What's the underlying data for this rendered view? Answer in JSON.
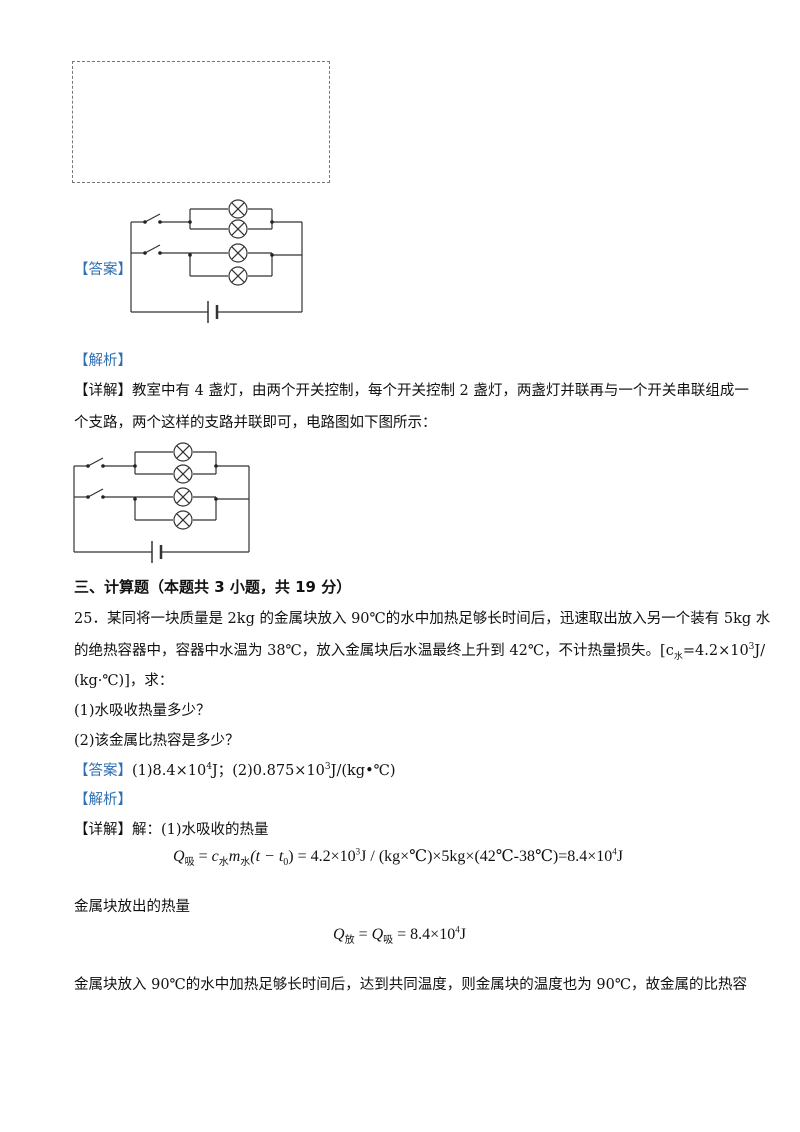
{
  "answer_label": "【答案】",
  "analysis_label": "【解析】",
  "detail_label": "【详解】",
  "explanation": {
    "line1": "教室中有 4 盏灯，由两个开关控制，每个开关控制 2 盏灯，两盏灯并联再与一个开关串联组成一",
    "line2": "个支路，两个这样的支路并联即可，电路图如下图所示："
  },
  "section_heading": "三、计算题（本题共 3 小题，共 19 分）",
  "problem": {
    "line1": "25．某同将一块质量是 2kg 的金属块放入 90℃的水中加热足够长时间后，迅速取出放入另一个装有 5kg 水",
    "line2": "的绝热容器中，容器中水温为 38℃，放入金属块后水温最终上升到 42℃，不计热量损失。[c",
    "line2_sub": "水",
    "line2_tail": "=4.2×10",
    "line2_exp": "3",
    "line2_end": "J/",
    "line3": "(kg·℃)]，求：",
    "q1": "(1)水吸收热量多少？",
    "q2": "(2)该金属比热容是多少？"
  },
  "answer2": {
    "part1": "(1)8.4×10",
    "exp1": "4",
    "part2": "J；(2)0.875×10",
    "exp2": "3",
    "part3": "J/(kg•℃)"
  },
  "detail2_intro": "解：(1)水吸收的热量",
  "formula1": {
    "Q": "Q",
    "sub_abs": "吸",
    "eq1": " = ",
    "c": "c",
    "sub_water": "水",
    "m": "m",
    "paren": "(t − t",
    "t0sub": "0",
    "rest": ") = 4.2×10",
    "exp": "3",
    "rest2": "J / (kg×℃)×5kg×(42℃-38℃)=8.4×10",
    "exp2": "4",
    "end": "J"
  },
  "metal_release_text": "金属块放出的热量",
  "formula2": {
    "Q1": "Q",
    "sub_release": "放",
    "eq": " = ",
    "Q2": "Q",
    "sub_abs": "吸",
    "rest": " = 8.4×10",
    "exp": "4",
    "end": "J"
  },
  "final_text": "金属块放入 90℃的水中加热足够长时间后，达到共同温度，则金属块的温度也为 90℃，故金属的比热容"
}
